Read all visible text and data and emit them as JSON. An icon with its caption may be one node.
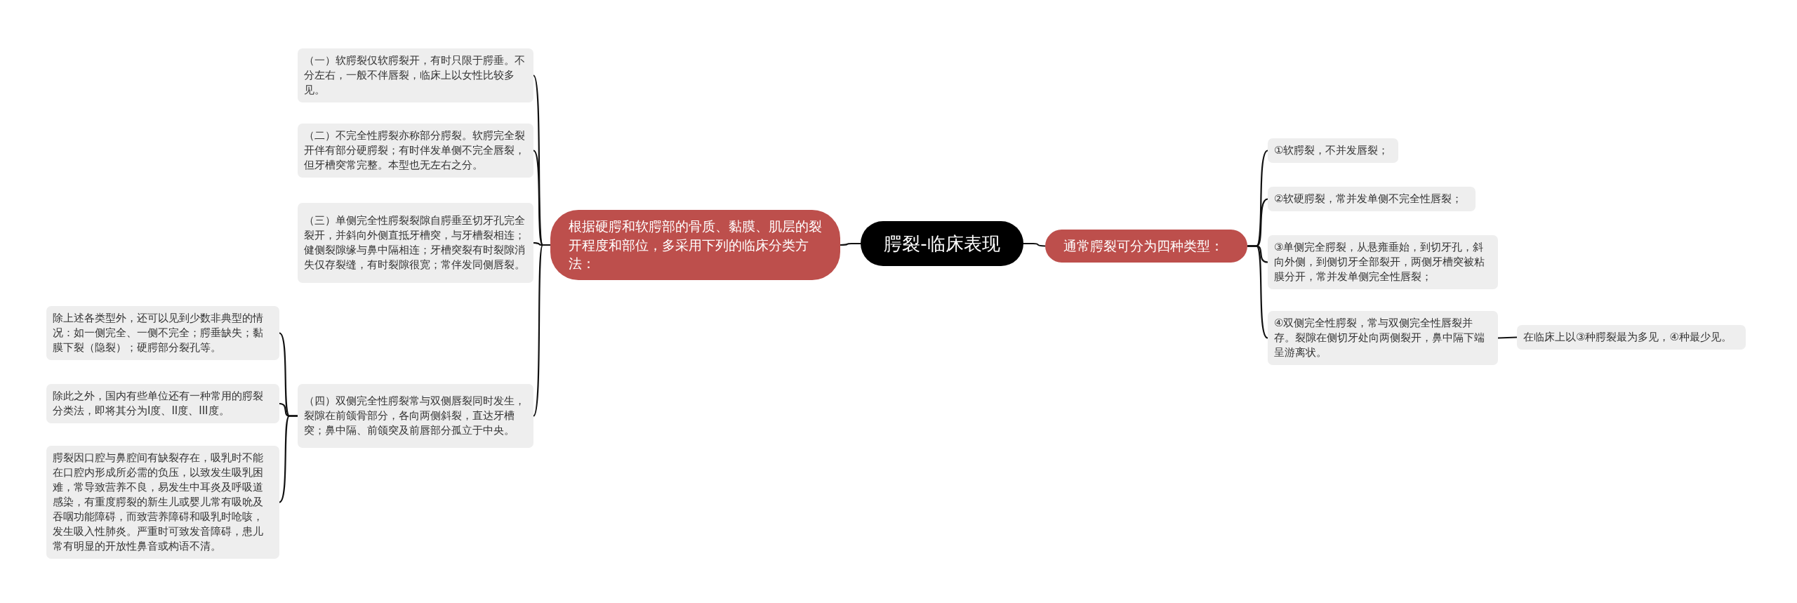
{
  "diagram": {
    "nodes": [
      {
        "text": [
          "腭裂-临床表现"
        ]
      },
      {
        "text": [
          "根据硬腭和软腭部的骨质、黏膜、肌层的裂开程度和部位，多采用下列的临床分类方法："
        ]
      },
      {
        "text": [
          "（一）软腭裂仅软腭裂开，有时只限于腭垂。不分左右，一般不伴唇裂，临床上以女性比较多见。"
        ]
      },
      {
        "text": [
          "（二）不完全性腭裂亦称部分腭裂。软腭完全裂开伴有部分硬腭裂；有时伴发单侧不完全唇裂，但牙槽突常完整。本型也无左右之分。"
        ]
      },
      {
        "text": [
          "（三）单侧完全性腭裂裂隙自腭垂至切牙孔完全裂开，并斜向外侧直抵牙槽突，与牙槽裂相连；健侧裂隙缘与鼻中隔相连；牙槽突裂有时裂隙消失仅存裂缝，有时裂隙很宽；常伴发同侧唇裂。"
        ]
      },
      {
        "text": [
          "（四）双侧完全性腭裂常与双侧唇裂同时发生，裂隙在前颌骨部分，各向两侧斜裂，直达牙槽突；鼻中隔、前颌突及前唇部分孤立于中央。"
        ]
      },
      {
        "text": [
          "除上述各类型外，还可以见到少数非典型的情况：如一侧完全、一侧不完全；腭垂缺失；黏膜下裂（隐裂）；硬腭部分裂孔等。"
        ]
      },
      {
        "text": [
          "除此之外，国内有些单位还有一种常用的腭裂分类法，即将其分为I度、II度、III度。"
        ]
      },
      {
        "text": [
          "腭裂因口腔与鼻腔间有缺裂存在，吸乳时不能在口腔内形成所必需的负压，以致发生吸乳困难，常导致营养不良，易发生中耳炎及呼吸道感染，有重度腭裂的新生儿或婴儿常有吸吮及吞咽功能障碍，而致营养障碍和吸乳时呛咳，发生吸入性肺炎。严重时可致发音障碍，患儿常有明显的开放性鼻音或构语不清。"
        ]
      },
      {
        "text": [
          "通常腭裂可分为四种类型："
        ]
      },
      {
        "text": [
          "①软腭裂，不并发唇裂；"
        ]
      },
      {
        "text": [
          "②软硬腭裂，常并发单侧不完全性唇裂；"
        ]
      },
      {
        "text": [
          "③单侧完全腭裂，从悬雍垂始，到切牙孔，斜向外侧，到侧切牙全部裂开，两侧牙槽突被粘膜分开，常并发单侧完全性唇裂；"
        ]
      },
      {
        "text": [
          "④双侧完全性腭裂，常与双侧完全性唇裂并存。裂隙在侧切牙处向两侧裂开，鼻中隔下端呈游离状。"
        ]
      },
      {
        "text": [
          "在临床上以③种腭裂最为多见，④种最少见。"
        ]
      }
    ],
    "edges": [
      {
        "from": 0,
        "to": 1,
        "arrow": "none"
      },
      {
        "from": 1,
        "to": 2,
        "arrow": "none"
      },
      {
        "from": 1,
        "to": 3,
        "arrow": "none"
      },
      {
        "from": 1,
        "to": 4,
        "arrow": "none"
      },
      {
        "from": 1,
        "to": 5,
        "arrow": "none"
      },
      {
        "from": 5,
        "to": 6,
        "arrow": "none"
      },
      {
        "from": 5,
        "to": 7,
        "arrow": "none"
      },
      {
        "from": 5,
        "to": 8,
        "arrow": "none"
      },
      {
        "from": 0,
        "to": 9,
        "arrow": "none"
      },
      {
        "from": 9,
        "to": 10,
        "arrow": "none"
      },
      {
        "from": 9,
        "to": 11,
        "arrow": "none"
      },
      {
        "from": 9,
        "to": 12,
        "arrow": "none"
      },
      {
        "from": 9,
        "to": 13,
        "arrow": "none"
      },
      {
        "from": 13,
        "to": 14,
        "arrow": "none"
      }
    ]
  }
}
